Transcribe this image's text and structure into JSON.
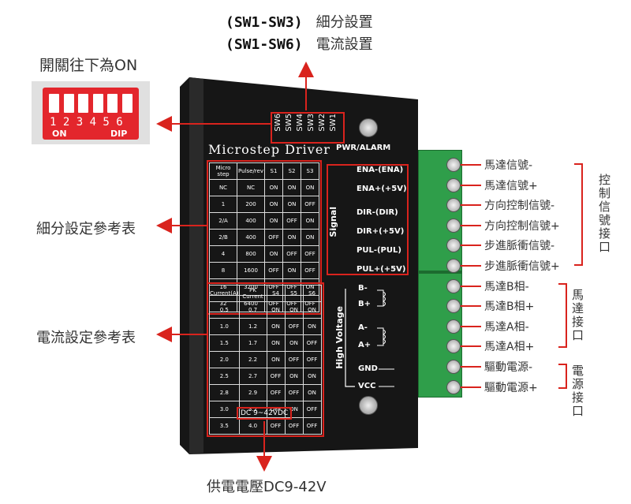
{
  "top_labels": [
    {
      "code": "(SW1-SW3)",
      "desc": "細分設置"
    },
    {
      "code": "(SW1-SW6)",
      "desc": "電流設置"
    }
  ],
  "dip": {
    "caption": "開關往下為ON",
    "numbers": "1 2 3 4 5 6",
    "on_text": "ON",
    "dip_text": "DIP"
  },
  "left_labels": {
    "micro": "細分設定參考表",
    "current": "電流設定參考表"
  },
  "bottom_label": "供電電壓DC9-42V",
  "driver": {
    "title": "Microstep Driver",
    "pwr_alarm": "PWR/ALARM",
    "sw_labels": [
      "SW6",
      "SW5",
      "SW4",
      "SW3",
      "SW2",
      "SW1"
    ],
    "signal_group": "Signal",
    "hv_group": "High Voltage",
    "signal_pins": [
      "ENA-(ENA)",
      "ENA+(+5V)",
      "DIR-(DIR)",
      "DIR+(+5V)",
      "PUL-(PUL)",
      "PUL+(+5V)"
    ],
    "hv_pins": [
      "B-",
      "B+",
      "A-",
      "A+",
      "GND",
      "VCC"
    ],
    "dc_label": "DC 9~42VDC",
    "micro_table": {
      "headers": [
        "Micro step",
        "Pulse/rev",
        "S1",
        "S2",
        "S3"
      ],
      "rows": [
        [
          "NC",
          "NC",
          "ON",
          "ON",
          "ON"
        ],
        [
          "1",
          "200",
          "ON",
          "ON",
          "OFF"
        ],
        [
          "2/A",
          "400",
          "ON",
          "OFF",
          "ON"
        ],
        [
          "2/B",
          "400",
          "OFF",
          "ON",
          "ON"
        ],
        [
          "4",
          "800",
          "ON",
          "OFF",
          "OFF"
        ],
        [
          "8",
          "1600",
          "OFF",
          "ON",
          "OFF"
        ],
        [
          "16",
          "3200",
          "OFF",
          "OFF",
          "ON"
        ],
        [
          "32",
          "6400",
          "OFF",
          "OFF",
          "OFF"
        ]
      ]
    },
    "current_table": {
      "headers": [
        "Current(A)",
        "PK Current",
        "S4",
        "S5",
        "S6"
      ],
      "rows": [
        [
          "0.5",
          "0.7",
          "ON",
          "ON",
          "ON"
        ],
        [
          "1.0",
          "1.2",
          "ON",
          "OFF",
          "ON"
        ],
        [
          "1.5",
          "1.7",
          "ON",
          "ON",
          "OFF"
        ],
        [
          "2.0",
          "2.2",
          "ON",
          "OFF",
          "OFF"
        ],
        [
          "2.5",
          "2.7",
          "OFF",
          "ON",
          "ON"
        ],
        [
          "2.8",
          "2.9",
          "OFF",
          "OFF",
          "ON"
        ],
        [
          "3.0",
          "3.2",
          "OFF",
          "ON",
          "OFF"
        ],
        [
          "3.5",
          "4.0",
          "OFF",
          "OFF",
          "OFF"
        ]
      ]
    }
  },
  "terminals": [
    "馬達信號-",
    "馬達信號+",
    "方向控制信號-",
    "方向控制信號+",
    "步進脈衝信號-",
    "步進脈衝信號+",
    "馬達B相-",
    "馬達B相+",
    "馬達A相-",
    "馬達A相+",
    "驅動電源-",
    "驅動電源+"
  ],
  "groups": {
    "control": "控制信號接口",
    "motor": "馬達接口",
    "power": "電源接口"
  },
  "colors": {
    "accent": "#d9231d",
    "body": "#151515",
    "terminal": "#2f9e4a"
  }
}
